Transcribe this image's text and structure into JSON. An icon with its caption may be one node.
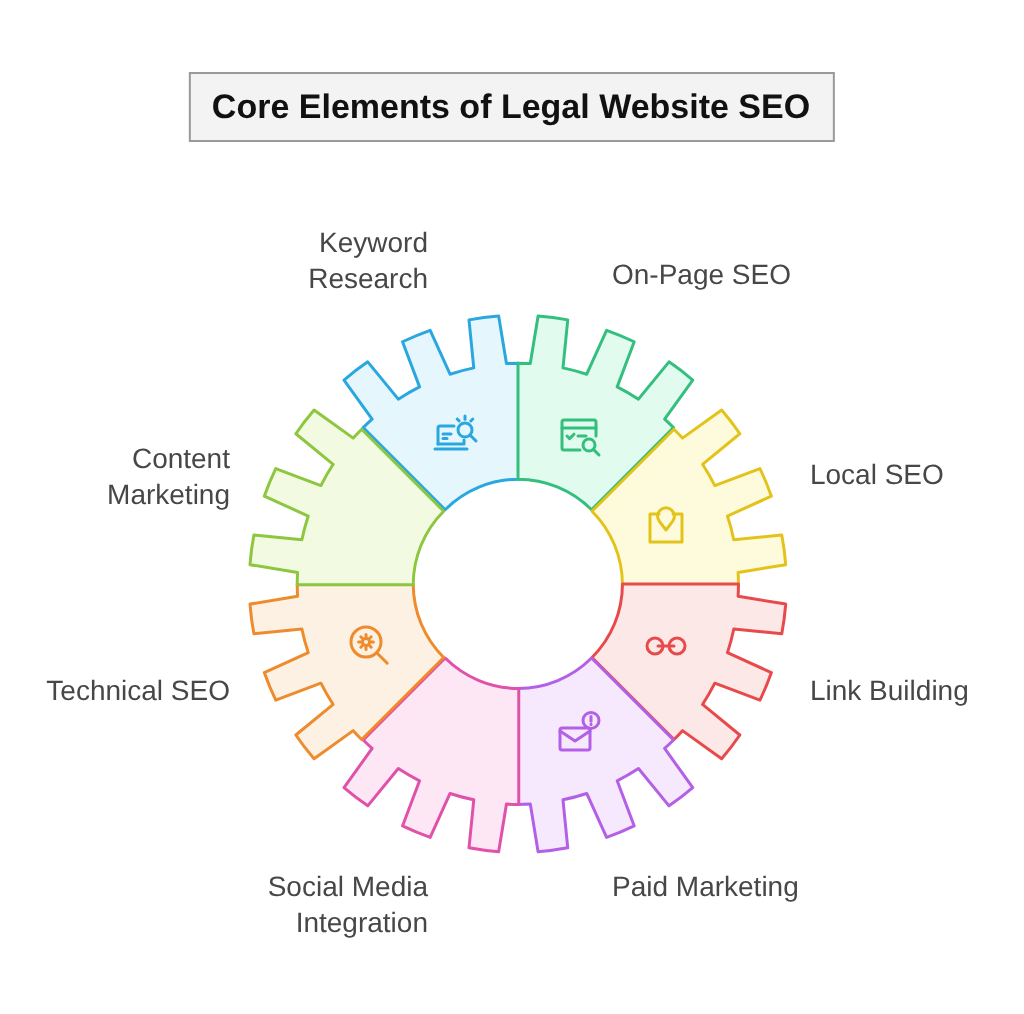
{
  "diagram": {
    "title": "Core Elements of Legal Website SEO",
    "nodes": [
      {
        "text": [
          "Keyword Research"
        ]
      },
      {
        "text": [
          "On-Page SEO"
        ]
      },
      {
        "text": [
          "Local SEO"
        ]
      },
      {
        "text": [
          "Link Building"
        ]
      },
      {
        "text": [
          "Paid Marketing"
        ]
      },
      {
        "text": [
          "Social Media Integration"
        ]
      },
      {
        "text": [
          "Technical SEO"
        ]
      },
      {
        "text": [
          "Content Marketing"
        ]
      }
    ]
  }
}
